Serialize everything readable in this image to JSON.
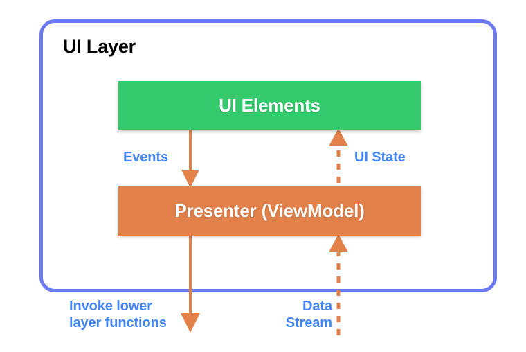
{
  "diagram": {
    "title": "UI Layer",
    "background": "#ffffff",
    "container": {
      "label": "UI Layer",
      "border_color": "#6B7AF0",
      "border_width": 5,
      "corner_radius": 22
    },
    "boxes": [
      {
        "id": "ui-elements",
        "label": "UI Elements",
        "color": "#33C96C",
        "text_color": "#ffffff"
      },
      {
        "id": "presenter",
        "label": "Presenter (ViewModel)",
        "color": "#E2814A",
        "text_color": "#ffffff"
      }
    ],
    "connectors": [
      {
        "id": "events",
        "label": "Events",
        "style": "solid",
        "direction": "down",
        "from": "ui-elements",
        "to": "presenter",
        "color": "#E2814A",
        "label_color": "#4285F4"
      },
      {
        "id": "ui-state",
        "label": "UI State",
        "style": "dashed",
        "direction": "up",
        "from": "presenter",
        "to": "ui-elements",
        "color": "#E2814A",
        "label_color": "#4285F4"
      },
      {
        "id": "invoke-lower-layer",
        "label": "Invoke lower\nlayer functions",
        "style": "solid",
        "direction": "down",
        "from": "presenter",
        "to": "lower-layer",
        "color": "#E2814A",
        "label_color": "#4285F4"
      },
      {
        "id": "data-stream",
        "label": "Data\nStream",
        "style": "dashed",
        "direction": "up",
        "from": "lower-layer",
        "to": "presenter",
        "color": "#E2814A",
        "label_color": "#4285F4"
      }
    ]
  }
}
